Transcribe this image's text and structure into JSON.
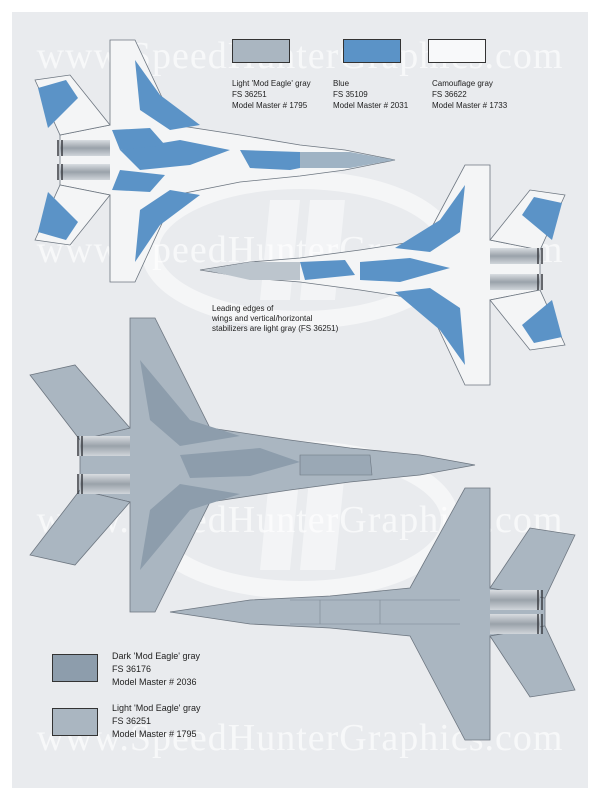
{
  "watermark": "www.SpeedHunterGraphics.com",
  "colors": {
    "sheet_bg": "#e9ebee",
    "light_mod_eagle_gray": "#aab6c1",
    "blue": "#5b93c7",
    "camouflage_gray": "#f8f9fa",
    "dark_mod_eagle_gray": "#8d9dac"
  },
  "swatches_top": [
    {
      "name": "Light 'Mod Eagle' gray",
      "fs": "FS 36251",
      "model_master": "Model Master # 1795"
    },
    {
      "name": "Blue",
      "fs": "FS 35109",
      "model_master": "Model Master # 2031"
    },
    {
      "name": "Camouflage gray",
      "fs": "FS 36622",
      "model_master": "Model Master # 1733"
    }
  ],
  "note": [
    "Leading edges of",
    "wings and vertical/horizontal",
    "stabilizers are light gray (FS 36251)"
  ],
  "swatches_bottom": [
    {
      "name": "Dark 'Mod Eagle' gray",
      "fs": "FS 36176",
      "model_master": "Model Master # 2036"
    },
    {
      "name": "Light 'Mod Eagle' gray",
      "fs": "FS 36251",
      "model_master": "Model Master # 1795"
    }
  ],
  "icons": [
    "f15-top-view-icon",
    "f15-bottom-view-icon",
    "f15-top-view-gray-icon",
    "f15-bottom-view-gray-icon",
    "logo-watermark-icon"
  ]
}
